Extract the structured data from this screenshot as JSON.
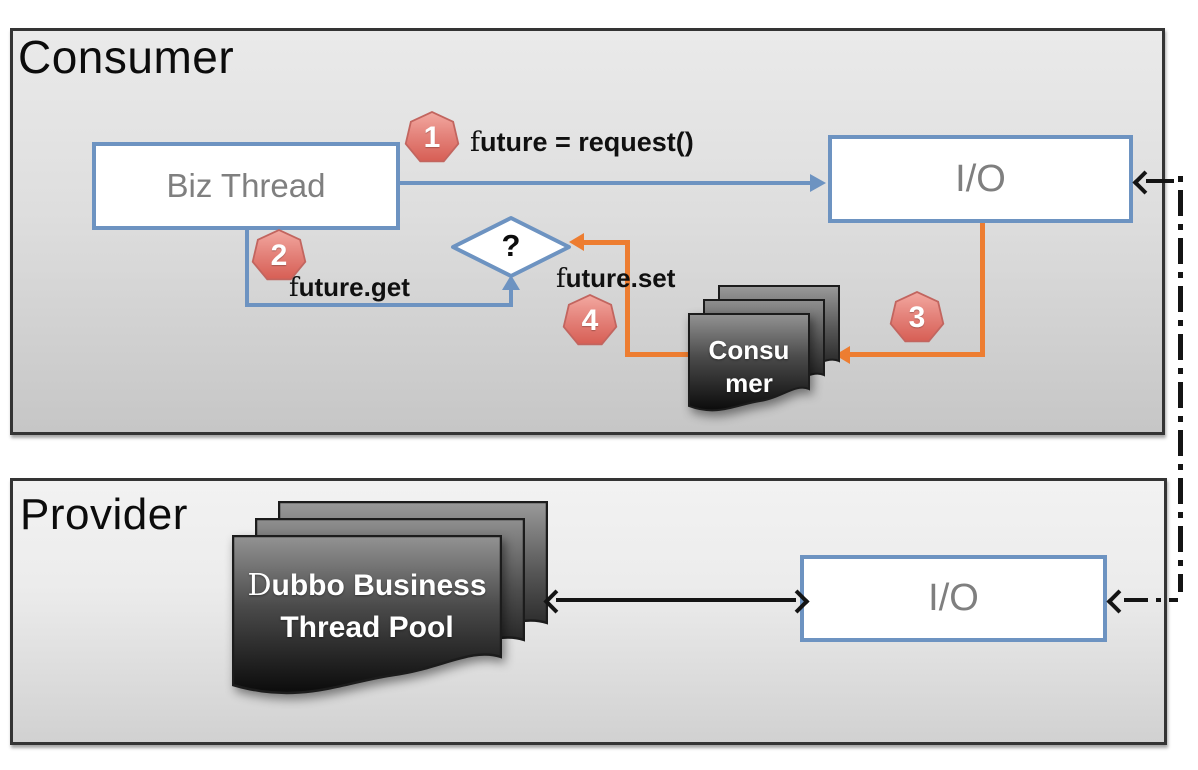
{
  "diagram": {
    "consumer": {
      "title": "Consumer",
      "biz_thread_label": "Biz Thread",
      "io_label": "I/O",
      "decision_label": "?",
      "stack_label": "Consu\nmer",
      "steps": {
        "request": {
          "badge": "1",
          "label": "future = request()"
        },
        "get": {
          "badge": "2",
          "label": "future.get"
        },
        "callback": {
          "badge": "3"
        },
        "set": {
          "badge": "4",
          "label": "future.set"
        }
      }
    },
    "provider": {
      "title": "Provider",
      "thread_pool_label": "Dubbo Business\nThread Pool",
      "io_label": "I/O"
    },
    "colors": {
      "line_blue": "#6d93c1",
      "line_orange": "#ed7d31",
      "badge_red": "#d65c52",
      "frame_border": "#343434",
      "box_text_gray": "#7f7f7f"
    }
  }
}
